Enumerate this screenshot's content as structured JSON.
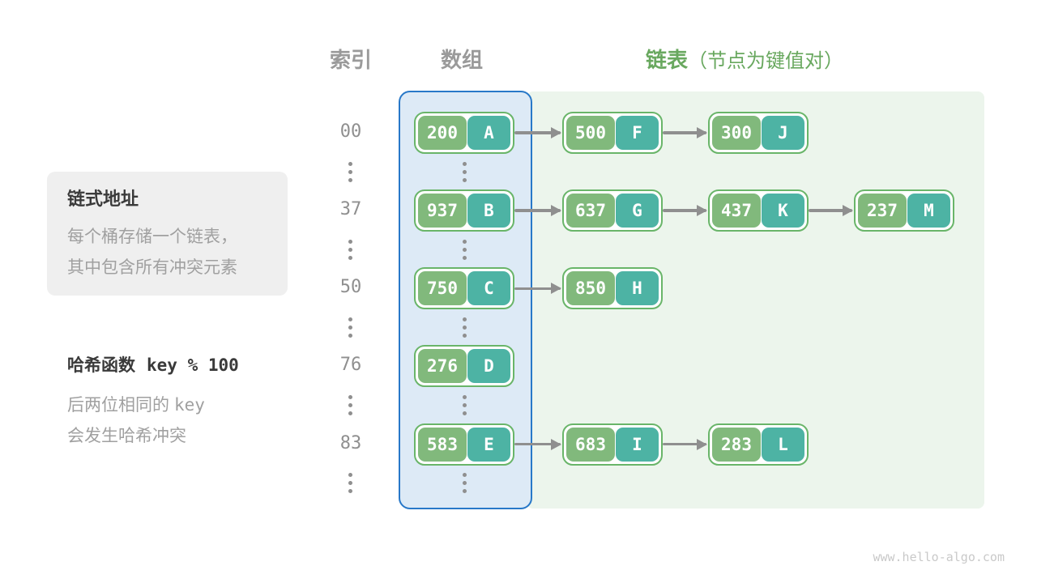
{
  "headers": {
    "index": "索引",
    "array": "数组",
    "list": "链表",
    "list_note": "（节点为键值对）"
  },
  "info_box": {
    "title": "链式地址",
    "lines": [
      "每个桶存储一个链表，",
      "其中包含所有冲突元素"
    ]
  },
  "hash_note": {
    "title_cn": "哈希函数",
    "title_code": "key % 100",
    "line1_text": "后两位相同的",
    "line1_code": "key",
    "line2": "会发生哈希冲突"
  },
  "buckets": [
    {
      "index": "00",
      "node": {
        "key": "200",
        "value": "A"
      },
      "chain": [
        {
          "key": "500",
          "value": "F"
        },
        {
          "key": "300",
          "value": "J"
        }
      ]
    },
    {
      "index": "37",
      "node": {
        "key": "937",
        "value": "B"
      },
      "chain": [
        {
          "key": "637",
          "value": "G"
        },
        {
          "key": "437",
          "value": "K"
        },
        {
          "key": "237",
          "value": "M"
        }
      ]
    },
    {
      "index": "50",
      "node": {
        "key": "750",
        "value": "C"
      },
      "chain": [
        {
          "key": "850",
          "value": "H"
        }
      ]
    },
    {
      "index": "76",
      "node": {
        "key": "276",
        "value": "D"
      },
      "chain": []
    },
    {
      "index": "83",
      "node": {
        "key": "583",
        "value": "E"
      },
      "chain": [
        {
          "key": "683",
          "value": "I"
        },
        {
          "key": "283",
          "value": "L"
        }
      ]
    }
  ],
  "colors": {
    "node_border": "#69b569",
    "key_bg": "#81b97c",
    "value_bg": "#4db3a4",
    "node_text": "#ffffff",
    "array_border": "#2878c8",
    "array_bg": "#ddeaf6",
    "list_bg": "#ecf5ec",
    "header_gray": "#9a9a9a",
    "header_green": "#69a85f",
    "text_dark": "#3a3a3a",
    "text_muted": "#a0a0a0",
    "arrow": "#8f8f8f",
    "index_text": "#8f8f8f",
    "info_box_bg": "#efefef",
    "watermark": "#c9c9c9"
  },
  "watermark": "www.hello-algo.com"
}
